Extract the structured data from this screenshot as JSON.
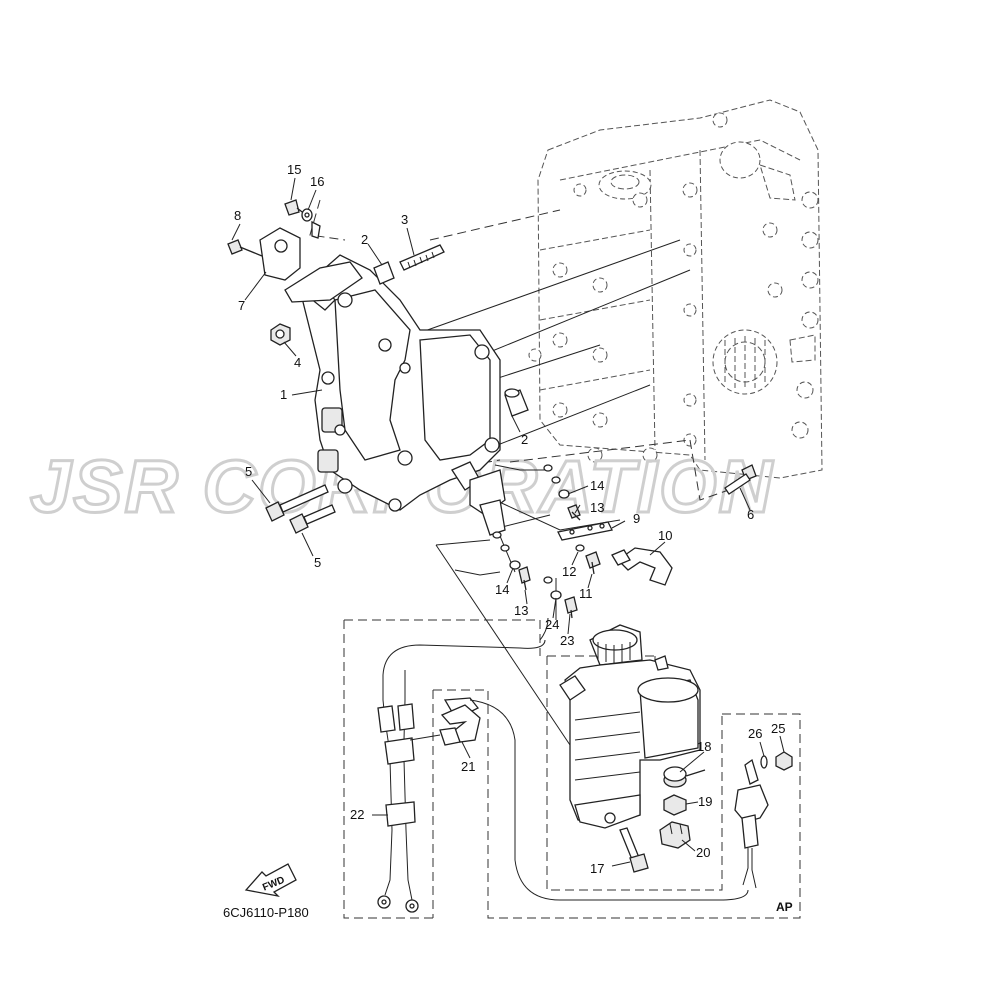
{
  "watermark": "JSR CORPORATION",
  "diagram_code": "6CJ6110-P180",
  "fwd_label": "FWD",
  "ap_label": "AP",
  "callouts": [
    {
      "id": "c1",
      "text": "1"
    },
    {
      "id": "c2a",
      "text": "2"
    },
    {
      "id": "c2b",
      "text": "2"
    },
    {
      "id": "c3",
      "text": "3"
    },
    {
      "id": "c4",
      "text": "4"
    },
    {
      "id": "c5a",
      "text": "5"
    },
    {
      "id": "c5b",
      "text": "5"
    },
    {
      "id": "c6",
      "text": "6"
    },
    {
      "id": "c7",
      "text": "7"
    },
    {
      "id": "c8",
      "text": "8"
    },
    {
      "id": "c9",
      "text": "9"
    },
    {
      "id": "c10",
      "text": "10"
    },
    {
      "id": "c11",
      "text": "11"
    },
    {
      "id": "c12",
      "text": "12"
    },
    {
      "id": "c13a",
      "text": "13"
    },
    {
      "id": "c13b",
      "text": "13"
    },
    {
      "id": "c14a",
      "text": "14"
    },
    {
      "id": "c14b",
      "text": "14"
    },
    {
      "id": "c15",
      "text": "15"
    },
    {
      "id": "c16",
      "text": "16"
    },
    {
      "id": "c17",
      "text": "17"
    },
    {
      "id": "c18",
      "text": "18"
    },
    {
      "id": "c19",
      "text": "19"
    },
    {
      "id": "c20",
      "text": "20"
    },
    {
      "id": "c21",
      "text": "21"
    },
    {
      "id": "c22",
      "text": "22"
    },
    {
      "id": "c23",
      "text": "23"
    },
    {
      "id": "c24",
      "text": "24"
    },
    {
      "id": "c25",
      "text": "25"
    },
    {
      "id": "c26",
      "text": "26"
    }
  ]
}
